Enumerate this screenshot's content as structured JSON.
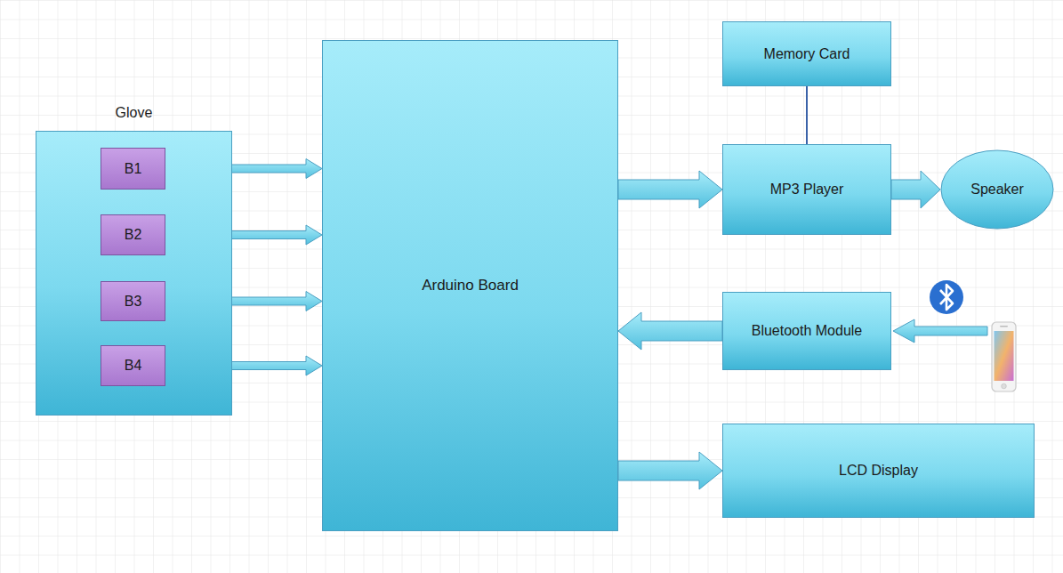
{
  "diagram": {
    "nodes": [
      {
        "text": [
          "Glove"
        ]
      },
      {
        "text": [
          "B1"
        ],
        "in": 0
      },
      {
        "text": [
          "B2"
        ],
        "in": 0
      },
      {
        "text": [
          "B3"
        ],
        "in": 0
      },
      {
        "text": [
          "B4"
        ],
        "in": 0
      },
      {
        "text": [
          "Arduino Board"
        ]
      },
      {
        "text": [
          "Memory Card"
        ]
      },
      {
        "text": [
          "MP3 Player"
        ]
      },
      {
        "text": [
          "Speaker"
        ]
      },
      {
        "text": [
          "Bluetooth Module"
        ]
      },
      {
        "text": [
          "LCD Display"
        ]
      }
    ],
    "edges": [
      {
        "from": 1,
        "to": 5,
        "arrow": "to"
      },
      {
        "from": 2,
        "to": 5,
        "arrow": "to"
      },
      {
        "from": 3,
        "to": 5,
        "arrow": "to"
      },
      {
        "from": 4,
        "to": 5,
        "arrow": "to"
      },
      {
        "from": 5,
        "to": 7,
        "arrow": "to"
      },
      {
        "from": 6,
        "to": 7,
        "arrow": "none"
      },
      {
        "from": 7,
        "to": 8,
        "arrow": "to"
      },
      {
        "from": 9,
        "to": 5,
        "arrow": "to"
      },
      {
        "from": 5,
        "to": 10,
        "arrow": "to"
      }
    ]
  }
}
